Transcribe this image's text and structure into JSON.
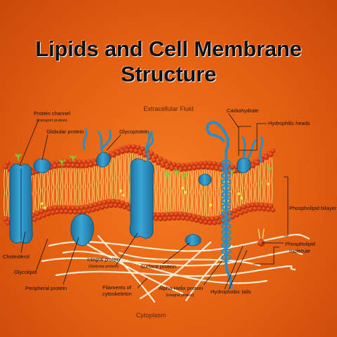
{
  "title": {
    "line1": "Lipids and Cell Membrane",
    "line2": "Structure"
  },
  "regions": {
    "top": "Extracellular Fluid",
    "bottom": "Cytoplasm"
  },
  "labels": {
    "protein_channel": "Protein channel",
    "protein_channel_sub": "(transport protein)",
    "globular_protein": "Globular protein",
    "glycoprotein": "Glycoprotein",
    "carbohydrate": "Carbohydrate",
    "hydrophilic_heads": "Hydrophilic heads",
    "phospholipid_bilayer": "Phospholipid bilayer",
    "phospholipid_molecule_1": "Phospholipid",
    "phospholipid_molecule_2": "molecule",
    "cholesterol": "Cholesterol",
    "glycolipid": "Glycolipid",
    "peripheral_protein": "Peripheral protein",
    "integral_protein": "Integral protein",
    "integral_protein_sub": "(Globular protein)",
    "surface_protein": "Surface protein",
    "filaments_1": "Filaments of",
    "filaments_2": "cytoskeleton",
    "alpha_helix": "Alpha-Helix protein",
    "alpha_helix_sub": "(Integral protein)",
    "hydrophobic_tails": "Hydrophobic tails"
  },
  "colors": {
    "background": "#e8661a",
    "head": "#d63a10",
    "tail": "#f5d27a",
    "protein": "#2a8fc0",
    "glyco": "#7ccf3a",
    "cholesterol": "#f2e84a",
    "filament": "#f6ecd2"
  }
}
